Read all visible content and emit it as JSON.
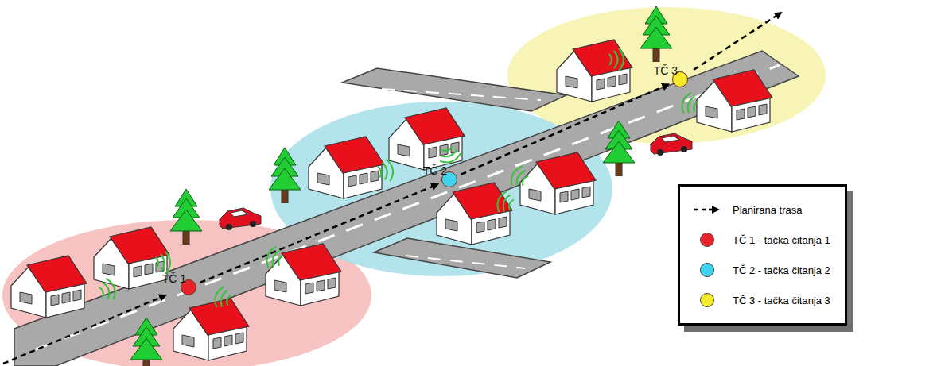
{
  "diagram": {
    "nodes": [
      {
        "text": [
          "TČ 1"
        ]
      },
      {
        "text": [
          "TČ 2"
        ]
      },
      {
        "text": [
          "TČ 3"
        ]
      }
    ],
    "edges": [
      {
        "from": 0,
        "to": 1,
        "arrow": "to"
      },
      {
        "from": 1,
        "to": 2,
        "arrow": "to"
      }
    ],
    "legend": [
      {
        "text": "Planirana trasa"
      },
      {
        "text": "TČ 1 - tačka čitanja 1",
        "color": "#e8242a"
      },
      {
        "text": "TČ 2 - tačka čitanja 2",
        "color": "#3fd3f0"
      },
      {
        "text": "TČ 3 - tačka čitanja 3",
        "color": "#f7ec2c"
      }
    ]
  }
}
